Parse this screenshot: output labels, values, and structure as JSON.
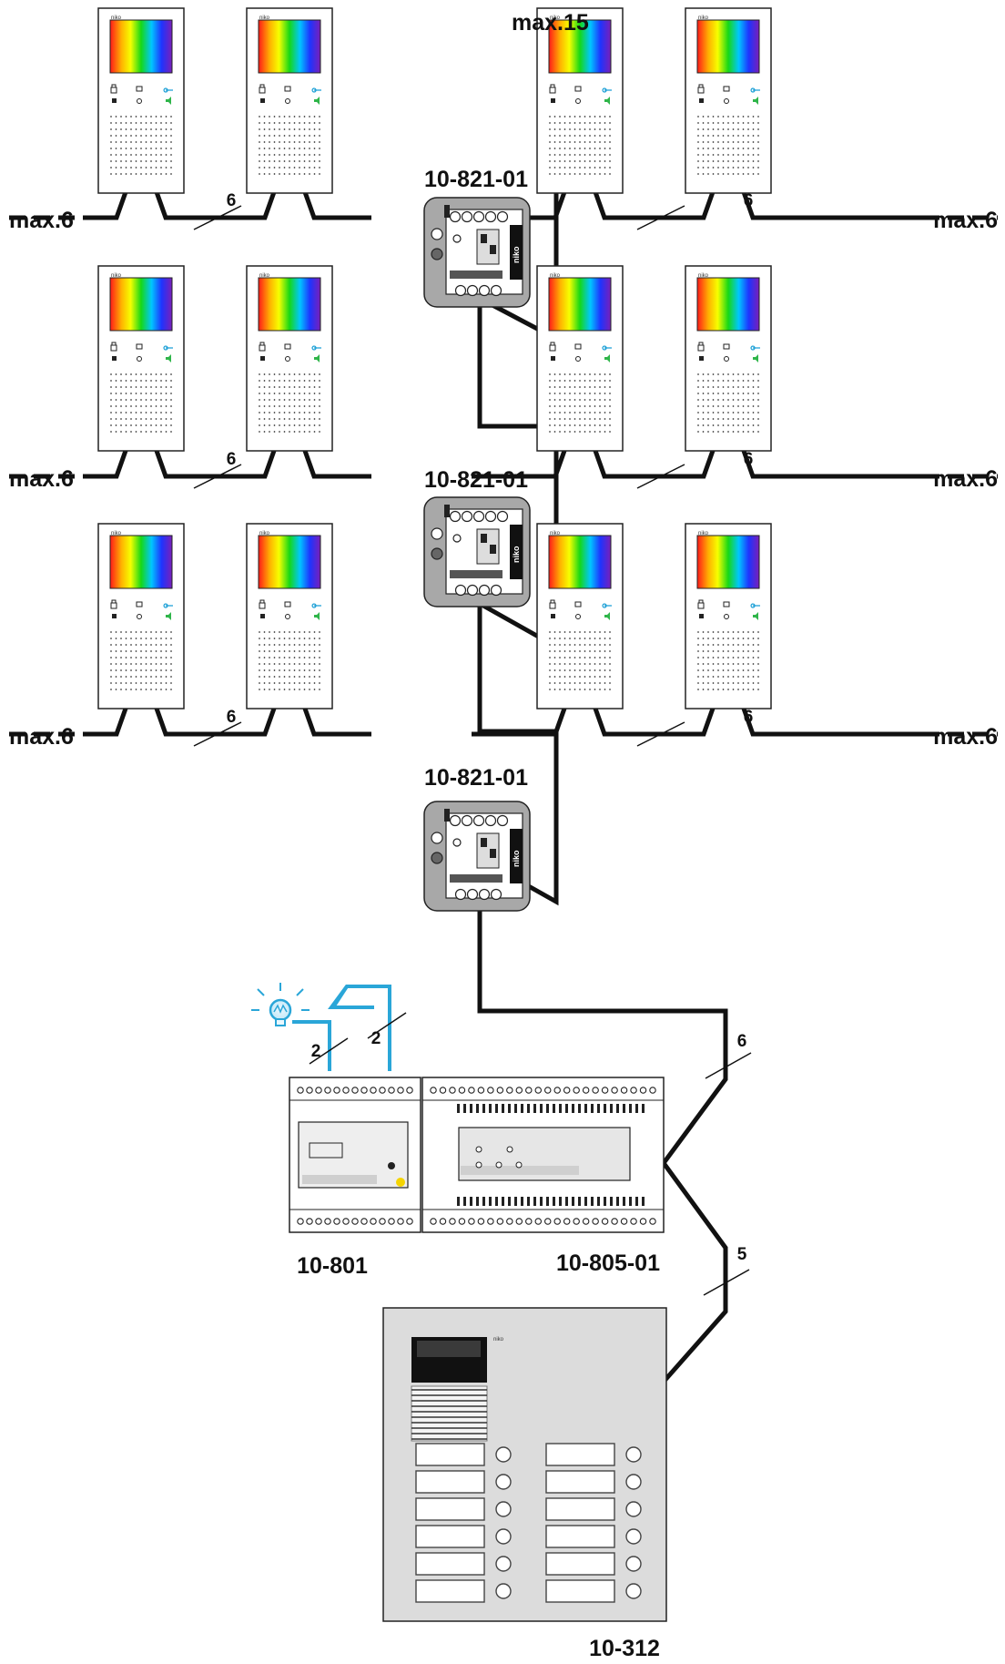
{
  "labels": {
    "max15": "max.15",
    "max6": "max.6",
    "six": "6",
    "two": "2",
    "five": "5",
    "distributor": "10-821-01",
    "power_module": "10-801",
    "control_unit": "10-805-01",
    "outdoor_panel": "10-312",
    "brand": "niko"
  },
  "colors": {
    "cable": "#111111",
    "lighting_cable": "#2aa6d8",
    "module_gray": "#a8a8a8",
    "panel_gray": "#dcdcdc"
  },
  "icons": {
    "lamp": "light-bulb-icon",
    "door_opener": "door-lock-icon",
    "rainbow_screen": "color-display-icon"
  }
}
